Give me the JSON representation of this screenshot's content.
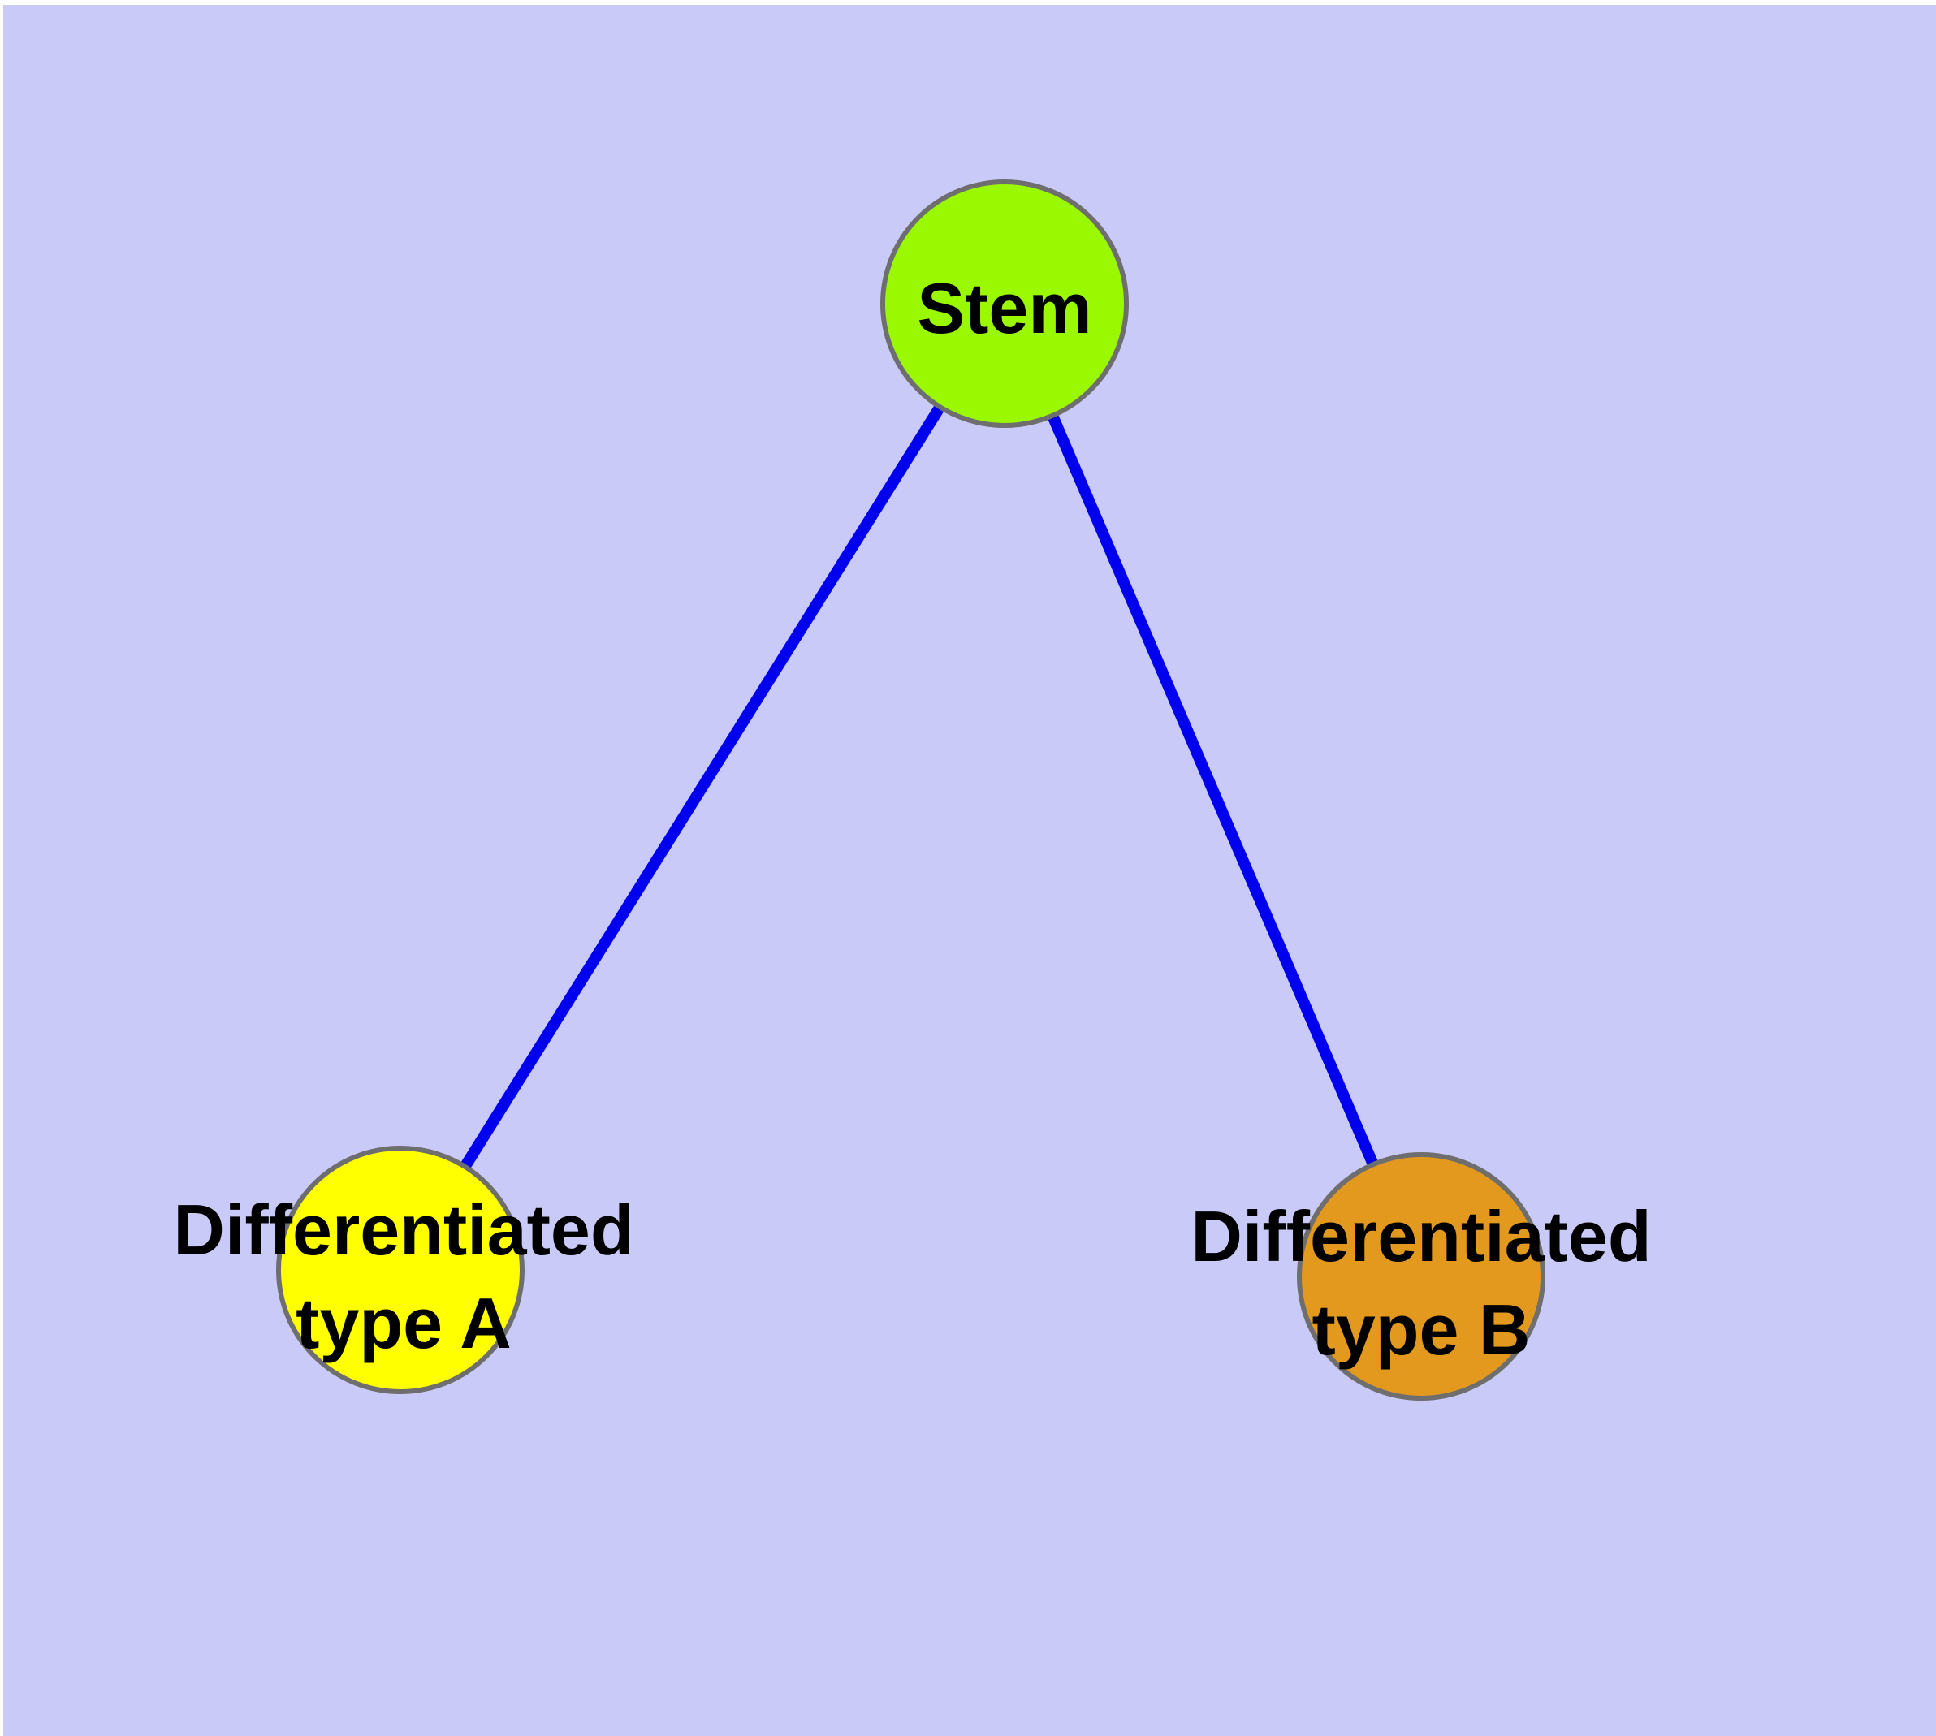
{
  "diagram": {
    "type": "node-link-graph",
    "background_color": "#CACAF8",
    "margin_color": "#FFFFFF",
    "edge_color": "#0000EE",
    "node_border_color": "#6E6E6E",
    "label_color": "#000000",
    "nodes": {
      "stem": {
        "label": "Stem",
        "color": "#9AF800"
      },
      "type_a": {
        "label_line1": "Differentiated",
        "label_line2": "type A",
        "color": "#FFFF00"
      },
      "type_b": {
        "label_line1": "Differentiated",
        "label_line2": "type B",
        "color": "#E2991E"
      }
    },
    "edges": [
      {
        "from": "Stem",
        "to": "Differentiated type A"
      },
      {
        "from": "Stem",
        "to": "Differentiated type B"
      }
    ]
  }
}
